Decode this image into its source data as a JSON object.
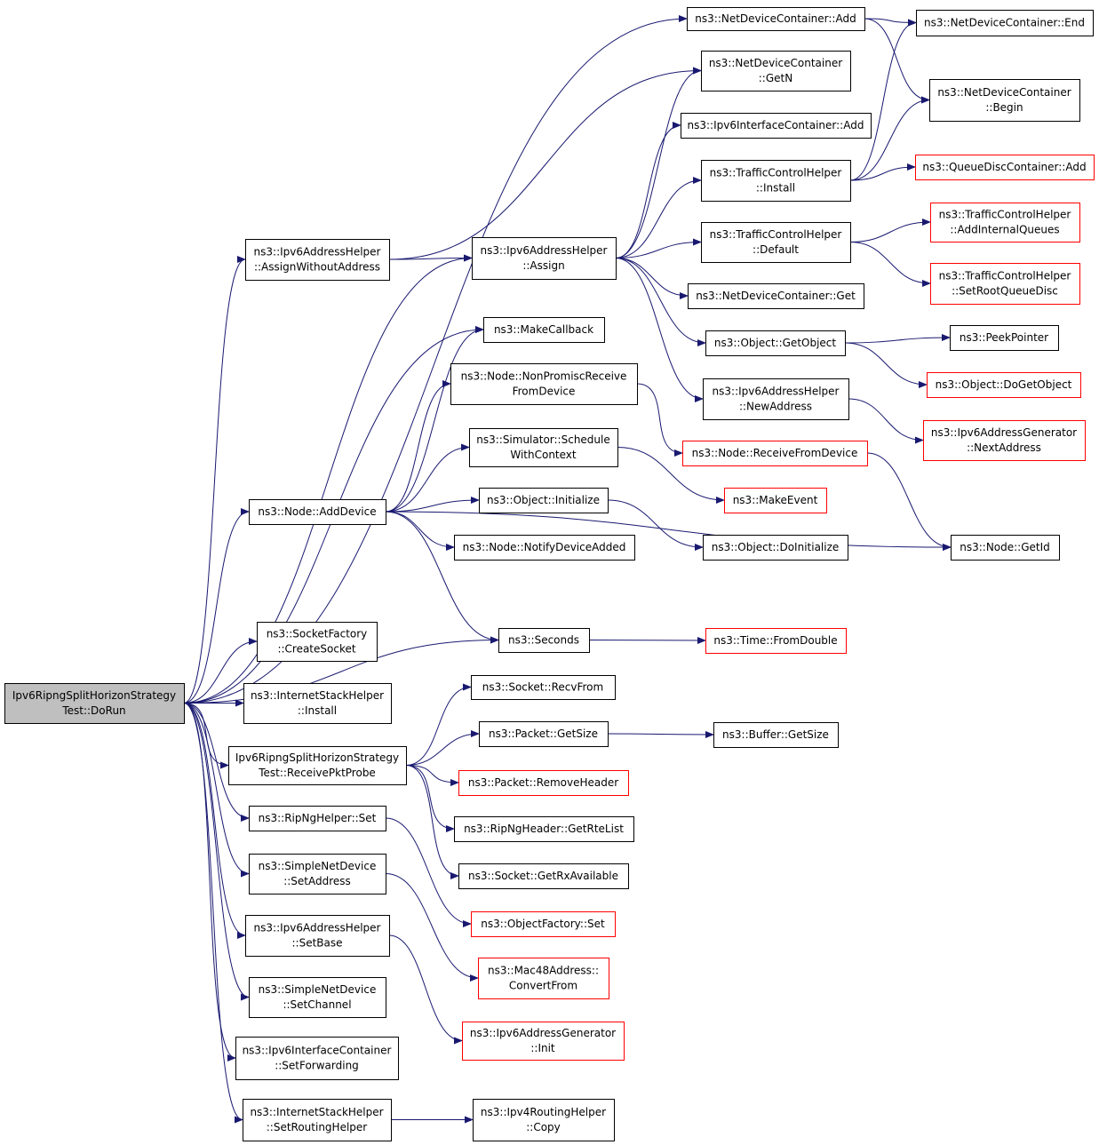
{
  "graph": {
    "colors": {
      "edge": "#191970",
      "node_border_normal": "#000000",
      "node_border_incomplete": "#ff0000",
      "node_fill_root": "#bfbfbf",
      "node_fill": "#ffffff"
    },
    "nodes": [
      {
        "id": "root",
        "lines": [
          "Ipv6RipngSplitHorizonStrategy",
          "Test::DoRun"
        ],
        "style": "root"
      },
      {
        "id": "assignWithout",
        "lines": [
          "ns3::Ipv6AddressHelper",
          "::AssignWithoutAddress"
        ],
        "style": "normal"
      },
      {
        "id": "ndcAdd",
        "lines": [
          "ns3::NetDeviceContainer::Add"
        ],
        "style": "normal"
      },
      {
        "id": "ndcEnd",
        "lines": [
          "ns3::NetDeviceContainer::End"
        ],
        "style": "normal"
      },
      {
        "id": "ndcGetN",
        "lines": [
          "ns3::NetDeviceContainer",
          "::GetN"
        ],
        "style": "normal"
      },
      {
        "id": "ndcBegin",
        "lines": [
          "ns3::NetDeviceContainer",
          "::Begin"
        ],
        "style": "normal"
      },
      {
        "id": "ifcAdd",
        "lines": [
          "ns3::Ipv6InterfaceContainer::Add"
        ],
        "style": "normal"
      },
      {
        "id": "tchInstall",
        "lines": [
          "ns3::TrafficControlHelper",
          "::Install"
        ],
        "style": "normal"
      },
      {
        "id": "qdcAdd",
        "lines": [
          "ns3::QueueDiscContainer::Add"
        ],
        "style": "incomplete"
      },
      {
        "id": "assign",
        "lines": [
          "ns3::Ipv6AddressHelper",
          "::Assign"
        ],
        "style": "normal"
      },
      {
        "id": "tchDefault",
        "lines": [
          "ns3::TrafficControlHelper",
          "::Default"
        ],
        "style": "normal"
      },
      {
        "id": "tchAddInternal",
        "lines": [
          "ns3::TrafficControlHelper",
          "::AddInternalQueues"
        ],
        "style": "incomplete"
      },
      {
        "id": "tchSetRoot",
        "lines": [
          "ns3::TrafficControlHelper",
          "::SetRootQueueDisc"
        ],
        "style": "incomplete"
      },
      {
        "id": "ndcGet",
        "lines": [
          "ns3::NetDeviceContainer::Get"
        ],
        "style": "normal"
      },
      {
        "id": "makeCallback",
        "lines": [
          "ns3::MakeCallback"
        ],
        "style": "normal"
      },
      {
        "id": "getObject",
        "lines": [
          "ns3::Object::GetObject"
        ],
        "style": "normal"
      },
      {
        "id": "peekPointer",
        "lines": [
          "ns3::PeekPointer"
        ],
        "style": "normal"
      },
      {
        "id": "doGetObject",
        "lines": [
          "ns3::Object::DoGetObject"
        ],
        "style": "incomplete"
      },
      {
        "id": "nonPromisc",
        "lines": [
          "ns3::Node::NonPromiscReceive",
          "FromDevice"
        ],
        "style": "normal"
      },
      {
        "id": "newAddress",
        "lines": [
          "ns3::Ipv6AddressHelper",
          "::NewAddress"
        ],
        "style": "normal"
      },
      {
        "id": "nextAddress",
        "lines": [
          "ns3::Ipv6AddressGenerator",
          "::NextAddress"
        ],
        "style": "incomplete"
      },
      {
        "id": "schedule",
        "lines": [
          "ns3::Simulator::Schedule",
          "WithContext"
        ],
        "style": "normal"
      },
      {
        "id": "recvFromDevice",
        "lines": [
          "ns3::Node::ReceiveFromDevice"
        ],
        "style": "incomplete"
      },
      {
        "id": "makeEvent",
        "lines": [
          "ns3::MakeEvent"
        ],
        "style": "incomplete"
      },
      {
        "id": "addDevice",
        "lines": [
          "ns3::Node::AddDevice"
        ],
        "style": "normal"
      },
      {
        "id": "initialize",
        "lines": [
          "ns3::Object::Initialize"
        ],
        "style": "normal"
      },
      {
        "id": "notifyDevice",
        "lines": [
          "ns3::Node::NotifyDeviceAdded"
        ],
        "style": "normal"
      },
      {
        "id": "doInitialize",
        "lines": [
          "ns3::Object::DoInitialize"
        ],
        "style": "normal"
      },
      {
        "id": "getId",
        "lines": [
          "ns3::Node::GetId"
        ],
        "style": "normal"
      },
      {
        "id": "socketFactory",
        "lines": [
          "ns3::SocketFactory",
          "::CreateSocket"
        ],
        "style": "normal"
      },
      {
        "id": "seconds",
        "lines": [
          "ns3::Seconds"
        ],
        "style": "normal"
      },
      {
        "id": "fromDouble",
        "lines": [
          "ns3::Time::FromDouble"
        ],
        "style": "incomplete"
      },
      {
        "id": "ishInstall",
        "lines": [
          "ns3::InternetStackHelper",
          "::Install"
        ],
        "style": "normal"
      },
      {
        "id": "recvFrom",
        "lines": [
          "ns3::Socket::RecvFrom"
        ],
        "style": "normal"
      },
      {
        "id": "receivePkt",
        "lines": [
          "Ipv6RipngSplitHorizonStrategy",
          "Test::ReceivePktProbe"
        ],
        "style": "normal"
      },
      {
        "id": "pktGetSize",
        "lines": [
          "ns3::Packet::GetSize"
        ],
        "style": "normal"
      },
      {
        "id": "bufGetSize",
        "lines": [
          "ns3::Buffer::GetSize"
        ],
        "style": "normal"
      },
      {
        "id": "removeHeader",
        "lines": [
          "ns3::Packet::RemoveHeader"
        ],
        "style": "incomplete"
      },
      {
        "id": "ripSet",
        "lines": [
          "ns3::RipNgHelper::Set"
        ],
        "style": "normal"
      },
      {
        "id": "getRteList",
        "lines": [
          "ns3::RipNgHeader::GetRteList"
        ],
        "style": "normal"
      },
      {
        "id": "setAddress",
        "lines": [
          "ns3::SimpleNetDevice",
          "::SetAddress"
        ],
        "style": "normal"
      },
      {
        "id": "rxAvailable",
        "lines": [
          "ns3::Socket::GetRxAvailable"
        ],
        "style": "normal"
      },
      {
        "id": "objFactorySet",
        "lines": [
          "ns3::ObjectFactory::Set"
        ],
        "style": "incomplete"
      },
      {
        "id": "setBase",
        "lines": [
          "ns3::Ipv6AddressHelper",
          "::SetBase"
        ],
        "style": "normal"
      },
      {
        "id": "macConvert",
        "lines": [
          "ns3::Mac48Address::",
          "ConvertFrom"
        ],
        "style": "incomplete"
      },
      {
        "id": "setChannel",
        "lines": [
          "ns3::SimpleNetDevice",
          "::SetChannel"
        ],
        "style": "normal"
      },
      {
        "id": "genInit",
        "lines": [
          "ns3::Ipv6AddressGenerator",
          "::Init"
        ],
        "style": "incomplete"
      },
      {
        "id": "setForwarding",
        "lines": [
          "ns3::Ipv6InterfaceContainer",
          "::SetForwarding"
        ],
        "style": "normal"
      },
      {
        "id": "setRouting",
        "lines": [
          "ns3::InternetStackHelper",
          "::SetRoutingHelper"
        ],
        "style": "normal"
      },
      {
        "id": "ipv4Copy",
        "lines": [
          "ns3::Ipv4RoutingHelper",
          "::Copy"
        ],
        "style": "normal"
      }
    ],
    "edges": [
      [
        "root",
        "ndcAdd"
      ],
      [
        "root",
        "assignWithout"
      ],
      [
        "root",
        "assign"
      ],
      [
        "root",
        "makeCallback"
      ],
      [
        "root",
        "addDevice"
      ],
      [
        "root",
        "seconds"
      ],
      [
        "root",
        "socketFactory"
      ],
      [
        "root",
        "ishInstall"
      ],
      [
        "root",
        "receivePkt"
      ],
      [
        "root",
        "ripSet"
      ],
      [
        "root",
        "setAddress"
      ],
      [
        "root",
        "setBase"
      ],
      [
        "root",
        "setChannel"
      ],
      [
        "root",
        "setForwarding"
      ],
      [
        "root",
        "setRouting"
      ],
      [
        "assignWithout",
        "ndcGetN"
      ],
      [
        "assignWithout",
        "assign"
      ],
      [
        "ndcAdd",
        "ndcEnd"
      ],
      [
        "ndcAdd",
        "ndcBegin"
      ],
      [
        "assign",
        "ndcGetN"
      ],
      [
        "assign",
        "ifcAdd"
      ],
      [
        "assign",
        "tchInstall"
      ],
      [
        "assign",
        "tchDefault"
      ],
      [
        "assign",
        "ndcGet"
      ],
      [
        "assign",
        "getObject"
      ],
      [
        "assign",
        "newAddress"
      ],
      [
        "tchInstall",
        "ndcEnd"
      ],
      [
        "tchInstall",
        "ndcBegin"
      ],
      [
        "tchInstall",
        "qdcAdd"
      ],
      [
        "tchDefault",
        "tchAddInternal"
      ],
      [
        "tchDefault",
        "tchSetRoot"
      ],
      [
        "getObject",
        "peekPointer"
      ],
      [
        "getObject",
        "doGetObject"
      ],
      [
        "newAddress",
        "nextAddress"
      ],
      [
        "nonPromisc",
        "recvFromDevice"
      ],
      [
        "recvFromDevice",
        "getId"
      ],
      [
        "schedule",
        "makeEvent"
      ],
      [
        "addDevice",
        "makeCallback"
      ],
      [
        "addDevice",
        "nonPromisc"
      ],
      [
        "addDevice",
        "schedule"
      ],
      [
        "addDevice",
        "initialize"
      ],
      [
        "addDevice",
        "notifyDevice"
      ],
      [
        "addDevice",
        "getId"
      ],
      [
        "addDevice",
        "seconds"
      ],
      [
        "initialize",
        "doInitialize"
      ],
      [
        "seconds",
        "fromDouble"
      ],
      [
        "receivePkt",
        "recvFrom"
      ],
      [
        "receivePkt",
        "pktGetSize"
      ],
      [
        "receivePkt",
        "removeHeader"
      ],
      [
        "receivePkt",
        "getRteList"
      ],
      [
        "receivePkt",
        "rxAvailable"
      ],
      [
        "pktGetSize",
        "bufGetSize"
      ],
      [
        "ripSet",
        "objFactorySet"
      ],
      [
        "setAddress",
        "macConvert"
      ],
      [
        "setBase",
        "genInit"
      ],
      [
        "setRouting",
        "ipv4Copy"
      ]
    ]
  }
}
